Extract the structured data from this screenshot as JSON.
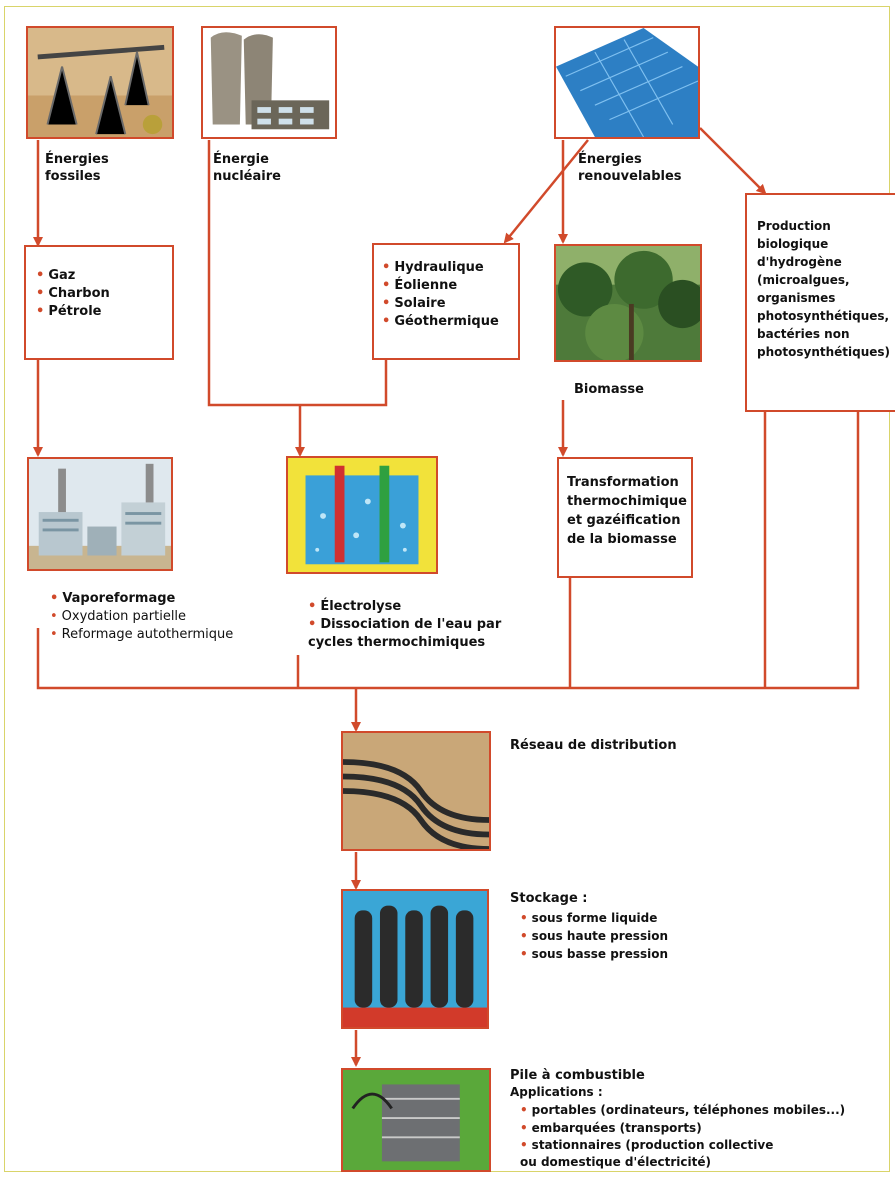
{
  "sources": {
    "fossiles": "Énergies\nfossiles",
    "nucleaire": "Énergie\nnucléaire",
    "renouvelables": "Énergies\nrenouvelables"
  },
  "fossil_list": [
    "Gaz",
    "Charbon",
    "Pétrole"
  ],
  "renewable_list": [
    "Hydraulique",
    "Éolienne",
    "Solaire",
    "Géothermique"
  ],
  "biomasse_label": "Biomasse",
  "bio_production": "Production\nbiologique\nd'hydrogène\n(microalgues,\norganismes\nphotosynthétiques,\nbactéries non\nphotosynthétiques)",
  "reforming_list": [
    "Vaporeformage",
    "Oxydation partielle",
    "Reformage autothermique"
  ],
  "electrolysis_list": [
    "Électrolyse",
    "Dissociation de l'eau par\ncycles thermochimiques"
  ],
  "thermo_box": "Transformation\nthermochimique\net gazéification\nde la biomasse",
  "distribution_label": "Réseau de distribution",
  "storage": {
    "title": "Stockage :",
    "items": [
      "sous forme liquide",
      "sous haute pression",
      "sous basse pression"
    ]
  },
  "fuel_cell": {
    "title": "Pile à combustible",
    "subtitle": "Applications :",
    "items": [
      "portables (ordinateurs, téléphones mobiles...)",
      "embarquées (transports)",
      "stationnaires (production collective\nou domestique d'électricité)"
    ]
  },
  "colors": {
    "line": "#d14a2b",
    "frame": "#d9d46a"
  }
}
